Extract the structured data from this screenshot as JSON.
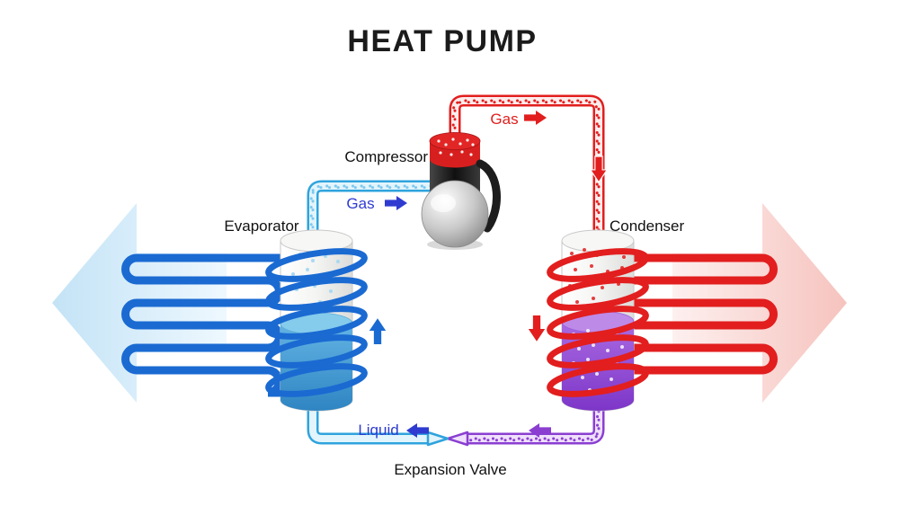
{
  "title": "HEAT PUMP",
  "labels": {
    "compressor": "Compressor",
    "evaporator": "Evaporator",
    "condenser": "Condenser",
    "hot_gas": "Gas",
    "cold_gas": "Gas",
    "liquid": "Liquid",
    "expansion_valve": "Expansion Valve"
  },
  "colors": {
    "title_text": "#1b1b1b",
    "label_text": "#111111",
    "hot": "#e21e1e",
    "cold_pipe": "#2fa3dd",
    "cold_pipe_fill": "#e2f4fc",
    "hot_pipe_fill": "#fdecec",
    "purple": "#8a3fd1",
    "purple_pipe_fill": "#efe0fb",
    "evaporator_coil": "#1a6ad2",
    "flow_arrow_blue": "#2f3bd0",
    "liquid_blue": "#3f9bd0",
    "condensed_purple": "#8f4ad6",
    "big_arrow_left_deep": "#c3e3f6",
    "big_arrow_left_fade": "#eef8fe",
    "big_arrow_right_deep": "#f6c3be",
    "big_arrow_right_fade": "#fdf0ef"
  }
}
